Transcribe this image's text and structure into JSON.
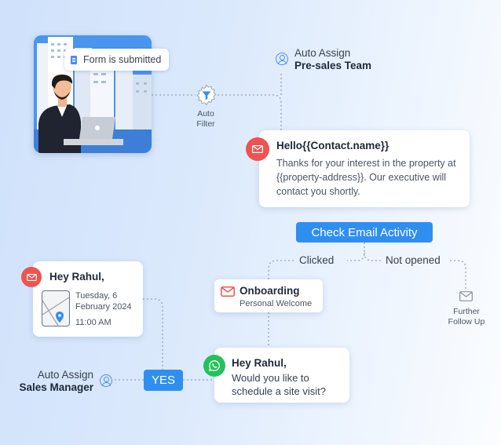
{
  "trigger": {
    "label": "Form is submitted",
    "icon": "document-icon"
  },
  "filter": {
    "label_line1": "Auto",
    "label_line2": "Filter",
    "icon": "funnel-gear-icon"
  },
  "presales": {
    "line1": "Auto Assign",
    "line2": "Pre-sales Team",
    "icon": "user-icon"
  },
  "email": {
    "title": "Hello{{Contact.name}}",
    "body": "Thanks for your interest in the property at {{property-address}}. Our executive will contact you shortly.",
    "icon": "mail-icon"
  },
  "check_email": {
    "label": "Check Email Activity"
  },
  "branches": {
    "clicked": "Clicked",
    "not_opened": "Not opened"
  },
  "onboarding": {
    "title": "Onboarding",
    "subtitle": "Personal Welcome",
    "icon": "mail-icon"
  },
  "further": {
    "line1": "Further",
    "line2": "Follow Up",
    "icon": "mail-icon"
  },
  "rahul_card": {
    "title": "Hey Rahul,",
    "date_line1": "Tuesday, 6",
    "date_line2": "February 2024",
    "time": "11:00 AM",
    "icon": "map-icon"
  },
  "sales_manager": {
    "line1": "Auto Assign",
    "line2": "Sales Manager",
    "icon": "user-icon"
  },
  "yes": {
    "label": "YES"
  },
  "whatsapp": {
    "title": "Hey Rahul,",
    "body": "Would you like to schedule a site visit?",
    "icon": "whatsapp-icon"
  },
  "colors": {
    "accent": "#2f8ff0",
    "mail_red": "#ef5350",
    "whatsapp_green": "#25c15a"
  }
}
